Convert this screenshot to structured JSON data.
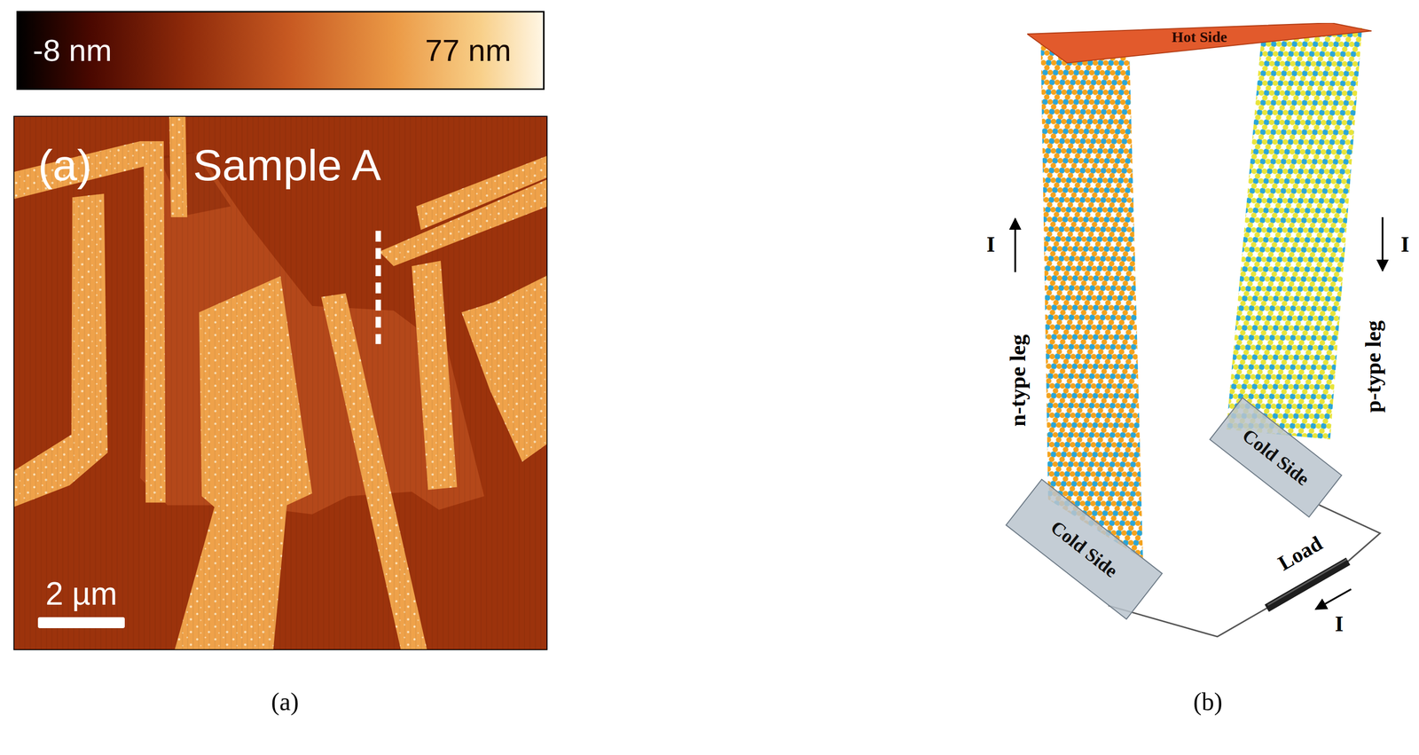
{
  "diagram": {
    "nodes": [
      {
        "text": [
          "Hot Side"
        ]
      },
      {
        "text": [
          "Cold Side"
        ]
      },
      {
        "text": [
          "Cold Side"
        ]
      }
    ],
    "edges": [
      {
        "from": 1,
        "to": 2,
        "arrow": "none"
      }
    ],
    "labels": [
      "-8 nm",
      "77 nm",
      "(a)",
      "Sample A",
      "2 µm",
      "I",
      "n-type leg",
      "I",
      "p-type leg",
      "Load",
      "I",
      "(a)",
      "(b)"
    ]
  }
}
